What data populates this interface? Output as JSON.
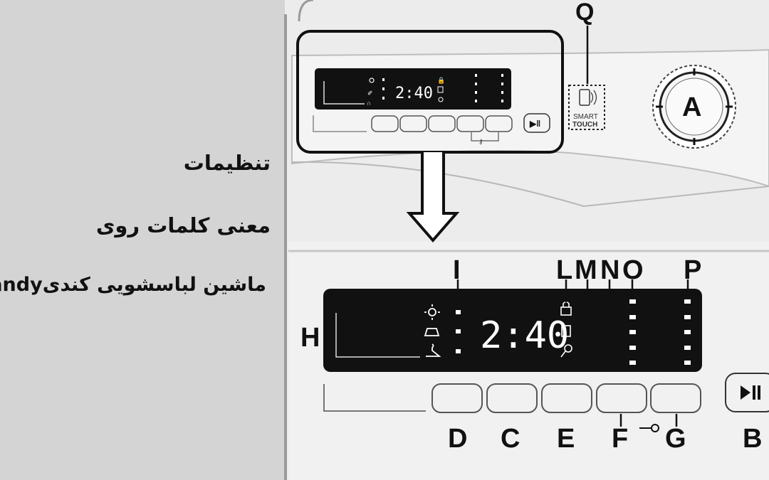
{
  "titles": {
    "settings": "تنظیمات",
    "meaning": "معنی کلمات روی",
    "machine": "ماشین لباسشویی کندیcandy"
  },
  "display": {
    "time": "2:40"
  },
  "callouts": {
    "A": "A",
    "B": "B",
    "C": "C",
    "D": "D",
    "E": "E",
    "F": "F",
    "G": "G",
    "H": "H",
    "I": "I",
    "L": "L",
    "M": "M",
    "N": "N",
    "O": "O",
    "P": "P",
    "Q": "Q"
  },
  "smart_touch": {
    "line1": "SMART",
    "line2": "TOUCH"
  },
  "icons": [
    "sun-icon",
    "iron-icon",
    "hanger-icon",
    "lock-icon",
    "detergent-icon",
    "key-icon",
    "play-pause-icon",
    "smart-touch-icon"
  ],
  "colors": {
    "background": "#d4d4d4",
    "panel": "#ececec",
    "display": "#111111",
    "led": "#ffffff"
  }
}
